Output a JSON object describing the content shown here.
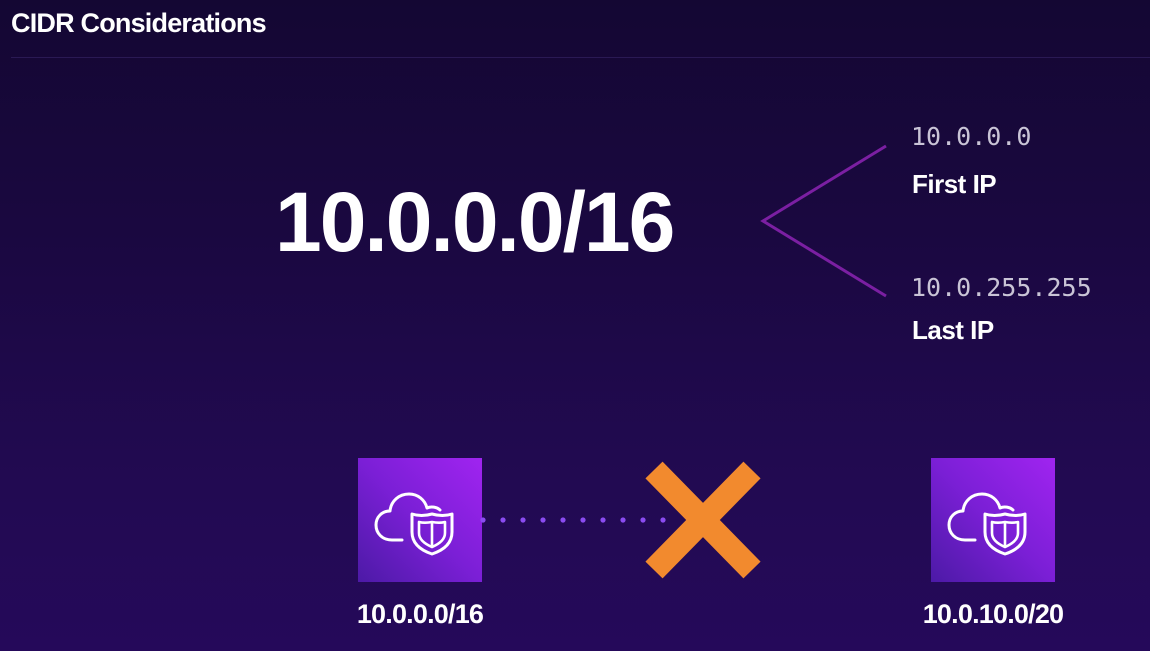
{
  "slide": {
    "title": "CIDR Considerations"
  },
  "cidr_block": {
    "notation": "10.0.0.0/16",
    "first": {
      "ip": "10.0.0.0",
      "label": "First IP"
    },
    "last": {
      "ip": "10.0.255.255",
      "label": "Last IP"
    }
  },
  "peering": {
    "left_vpc": {
      "icon": "vpc-cloud-shield-icon",
      "cidr": "10.0.0.0/16"
    },
    "right_vpc": {
      "icon": "vpc-cloud-shield-icon",
      "cidr": "10.0.10.0/20"
    },
    "connection": "dotted-line",
    "blocked_icon": "x-mark-icon"
  },
  "colors": {
    "background": "#1a0840",
    "bracket": "#7b1fa2",
    "vpc_tile": "#7b1fd6",
    "connector_dots": "#8a4cf0",
    "cross": "#f28a2e"
  }
}
